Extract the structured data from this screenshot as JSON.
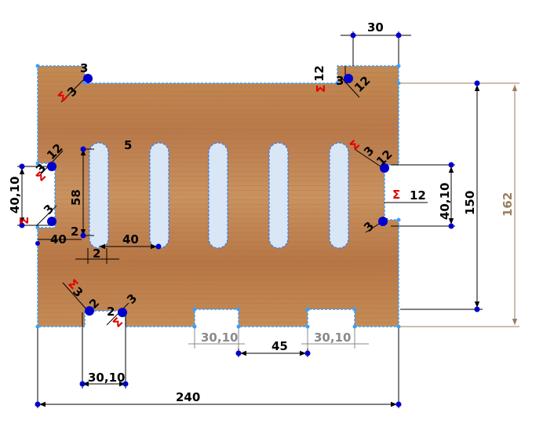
{
  "part": {
    "material_color": "#c88a4c",
    "edge_color": "#1a1aff"
  },
  "dimensions": {
    "top_slot_width": "30",
    "top_gap": "12",
    "overall_width": "240",
    "inner_height": "150",
    "overall_height": "162",
    "right_slot_pitch": "40,10",
    "right_slot_depth": "12",
    "left_slot_pitch": "40,10",
    "slot_length": "58",
    "slot_radius": "5",
    "slot_spacing": "40",
    "left_offset": "40",
    "slot_width": "12",
    "bottom_left_slot": "30,10",
    "bottom_notch_1": "30,10",
    "bottom_notch_2": "30,10",
    "notch_spacing": "45",
    "small_3": "3",
    "small_2": "2",
    "small_12": "12"
  },
  "relations": {
    "symbol": "Σ"
  },
  "colors": {
    "dim_line": "#000000",
    "driven_dim": "#8a8a8a",
    "ref_dim": "#9a7d60",
    "point": "#0000cc",
    "relation": "#e00000"
  }
}
